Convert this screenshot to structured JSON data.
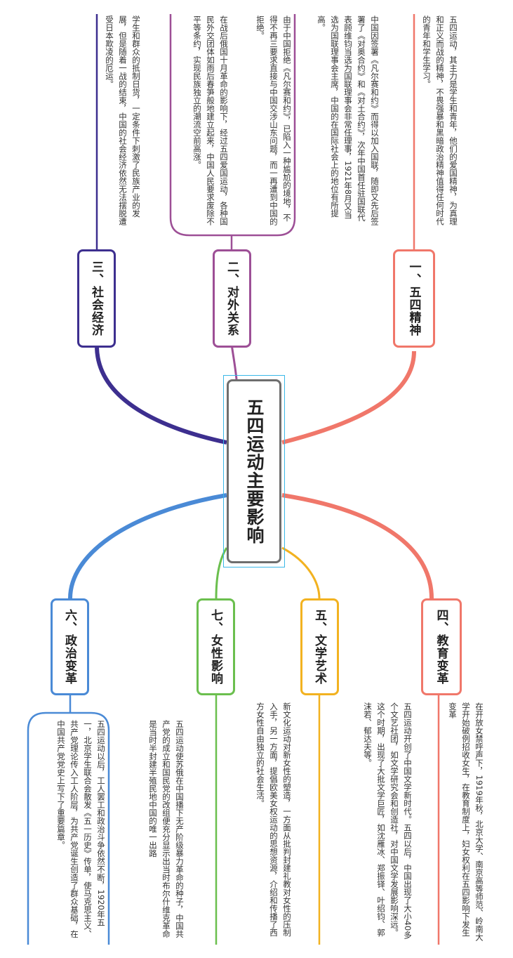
{
  "center": "五四运动主要影响",
  "colors": {
    "b1": "#f0776a",
    "b2": "#9d4f96",
    "b3": "#3d2f8f",
    "b4": "#f0776a",
    "b5": "#f2b220",
    "b6": "#4a8ad6",
    "b7": "#6bbf4e"
  },
  "branches": {
    "b1": {
      "label": "一、五四精神",
      "notes": [
        "五四运动，其主力是学生和青年，他们的爱国精神，为真理和正义而战的精神，不畏强暴和黑暗政治精神值得任何时代的青年和学生学习。"
      ]
    },
    "b2": {
      "label": "二、对外关系",
      "notes": [
        "中国因签署《凡尔赛和约》而得以加入国联，随即又先后签署了《对奥合约》和《对土合约》，次年中国首任驻国联代表顾维钧当选为国联理事会非常任理事，1921年8月又当选为国联理事会主席，中国的在国际社会上的地位有所提高。",
        "由于中国拒绝《凡尔赛和约》，已陷入一种尴尬的境地，不得不再三要求直接与中国交涉山东问题，而一再遭到中国的拒绝。",
        "在战后俄国十月革命的影响下，经过五四爱国运动，各种国民外交团体如雨后春笋般地建立起来，中国人民要求废除不平等条约，实现民族独立的潮流空前高涨。"
      ]
    },
    "b3": {
      "label": "三、社会经济",
      "notes": [
        "学生和群众的抵制日货，一定条件下刺激了民族产业的发展，但是随着一战的结束，中国的社会经济依然无法摆脱遭受日本欺凌的厄运。"
      ]
    },
    "b4": {
      "label": "四、教育变革",
      "notes": [
        "在开放女禁呼声下，1919年秋，北京大学、南京高等师范、岭南大学开始破例招收女生，在教育制度上，妇女权利在五四影响下发生变革"
      ]
    },
    "b5": {
      "label": "五、文学艺术",
      "notes": [
        "五四运动开创了中国文学新时代。五四以后，中国出现了大小40多个文艺社团，如文学研究会和创造社，对中国文学发展影响深远。这个时期，出现了大批文学巨匠，如沈雁冰、郑振铎、叶绍钧、郭沫若、郁达夫等。"
      ]
    },
    "b7": {
      "label": "七、女性影响",
      "notes": [
        "新文化运动对新女性的塑造，一方面从批判封建礼教对女性的压制入手，另一方面，提倡欧美女权运动的思想资源，介绍和传播了西方女性自由独立的社会生活。"
      ]
    },
    "b6": {
      "label": "六、政治变革",
      "notes": [
        "五四运动使苏俄在中国播下无产阶级暴力革命的种子，中国共产党的成立和国民党的改组便充分显示出当时布尔什维克革命是当时半封建半殖民地中国的唯一出路",
        "五四运动以后，工人罢工和政治斗争依然不断，1920年五一，北京学生联合会散发《五一历史》传单，使马克思主义、共产党理论传入工人阶层，为共产党诞生创造了群众基础，在中国共产党党史上写下了重要篇章。"
      ]
    }
  }
}
